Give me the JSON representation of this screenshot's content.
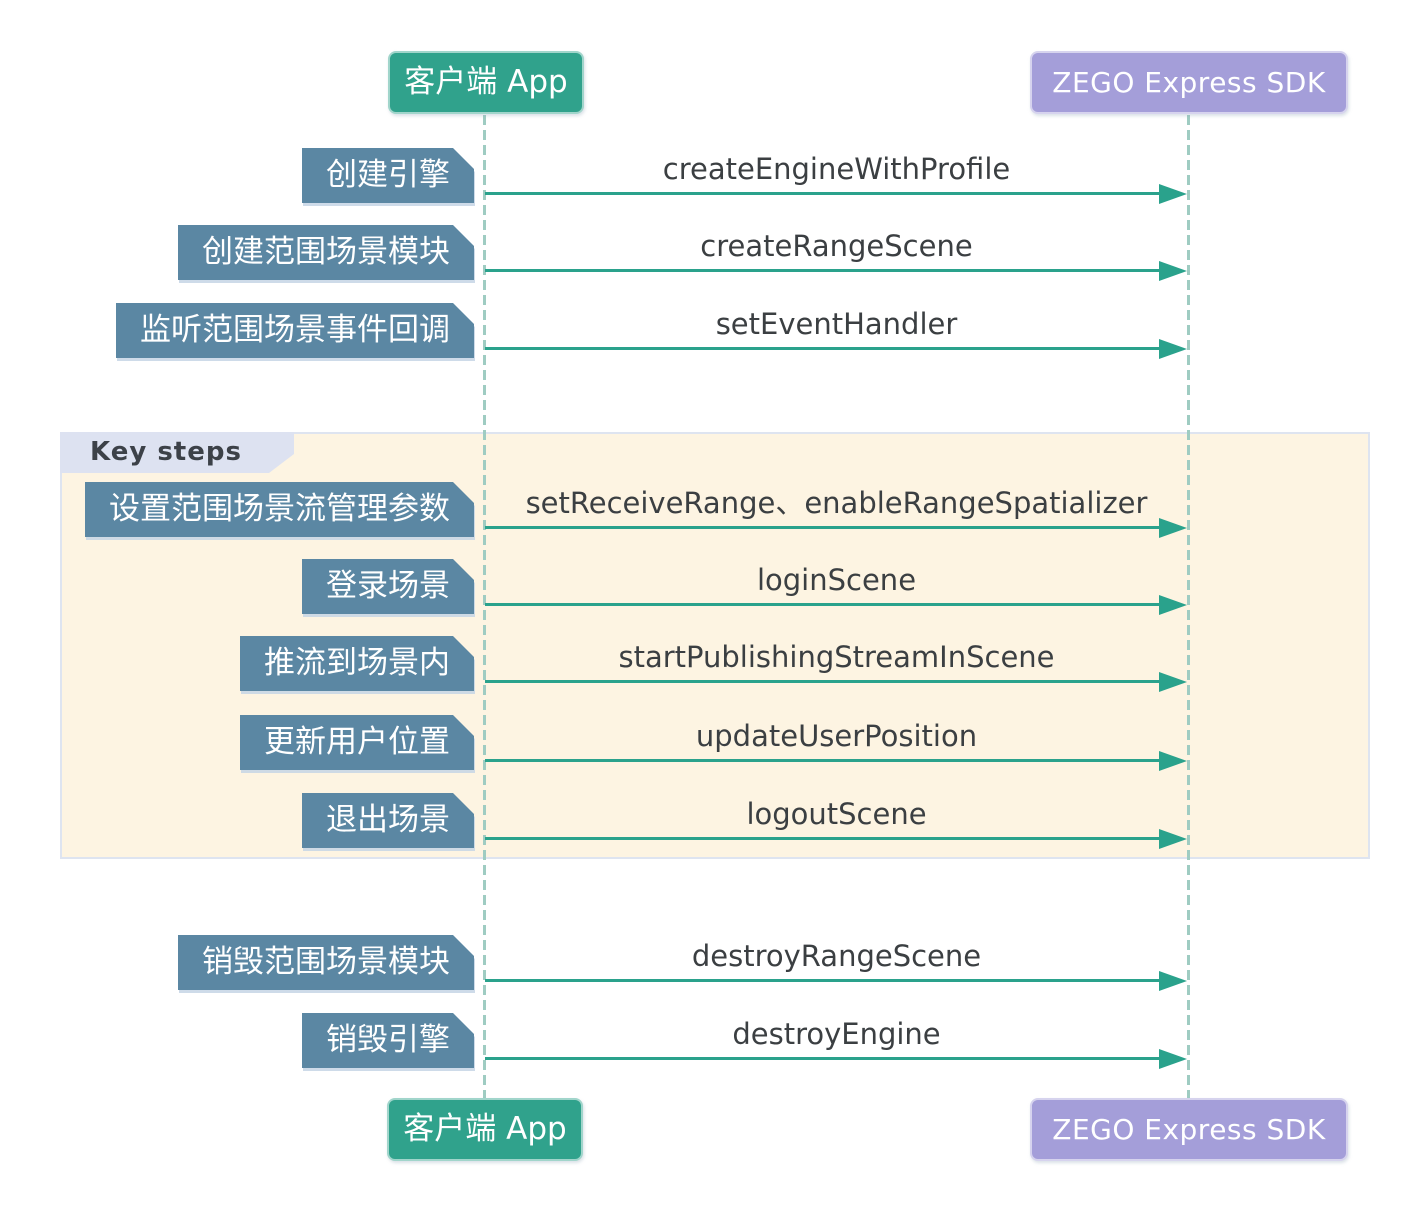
{
  "diagram": {
    "title": "ZEGO Range Scene API sequence diagram",
    "key_steps_label": "Key steps",
    "participants": {
      "client": {
        "label": "客户端 App"
      },
      "sdk": {
        "label": "ZEGO Express SDK"
      }
    },
    "messages": [
      {
        "step": "创建引擎",
        "method": "createEngineWithProfile"
      },
      {
        "step": "创建范围场景模块",
        "method": "createRangeScene"
      },
      {
        "step": "监听范围场景事件回调",
        "method": "setEventHandler"
      },
      {
        "step": "设置范围场景流管理参数",
        "method": "setReceiveRange、enableRangeSpatializer"
      },
      {
        "step": "登录场景",
        "method": "loginScene"
      },
      {
        "step": "推流到场景内",
        "method": "startPublishingStreamInScene"
      },
      {
        "step": "更新用户位置",
        "method": "updateUserPosition"
      },
      {
        "step": "退出场景",
        "method": "logoutScene"
      },
      {
        "step": "销毁范围场景模块",
        "method": "destroyRangeScene"
      },
      {
        "step": "销毁引擎",
        "method": "destroyEngine"
      }
    ],
    "colors": {
      "client_box": "#30a28c",
      "sdk_box": "#a49ed9",
      "step_label": "#5b87a3",
      "arrow": "#2aa28c",
      "lifeline": "#9fccc2",
      "key_steps_bg": "#fdf4e2",
      "key_steps_border": "#dee4f0",
      "key_steps_tag_bg": "#dde2f1",
      "method_text": "#3b3f42"
    }
  }
}
